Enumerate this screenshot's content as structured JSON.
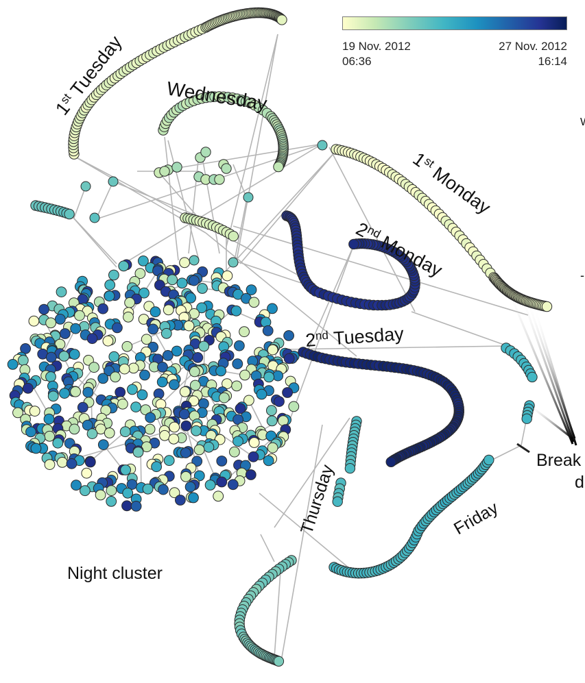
{
  "colors": {
    "scale": [
      "#ffffcc",
      "#c7e9b4",
      "#7fcdbb",
      "#41b6c4",
      "#1d91c0",
      "#225ea8",
      "#253494",
      "#081d58"
    ],
    "edge": "#b5b5b5",
    "node_stroke": "#2b2b2b"
  },
  "legend": {
    "start_date": "19 Nov. 2012",
    "start_time": "06:36",
    "end_date": "27 Nov. 2012",
    "end_time": "16:14"
  },
  "labels": {
    "tue1_sup_prefix": "1",
    "tue1_sup": "st",
    "tue1_rest": " Tuesday",
    "wednesday": "Wednesday",
    "mon1_prefix": "1",
    "mon1_sup": "st",
    "mon1_rest": " Monday",
    "mon2_prefix": "2",
    "mon2_sup": "nd",
    "mon2_rest": " Monday",
    "tue2_prefix": "2",
    "tue2_sup": "nd",
    "tue2_rest": " Tuesday",
    "thursday": "Thursday",
    "friday": "Friday",
    "night": "Night cluster",
    "breakfast_line1": "Break",
    "breakfast_line2": "d",
    "edge_letter_w": "W",
    "edge_tick": "-"
  },
  "diagram": {
    "clusters": [
      {
        "name": "night-cluster",
        "type": "disc",
        "color_mix": [
          0.0,
          1.0
        ]
      },
      {
        "name": "1st-tuesday",
        "type": "chain",
        "color_t": 0.05
      },
      {
        "name": "wednesday",
        "type": "chain",
        "color_t": 0.15
      },
      {
        "name": "1st-monday",
        "type": "chain",
        "color_t": 0.03
      },
      {
        "name": "2nd-monday",
        "type": "chain",
        "color_t": 0.88
      },
      {
        "name": "2nd-tuesday",
        "type": "chain",
        "color_t": 0.92
      },
      {
        "name": "thursday",
        "type": "chain",
        "color_t": 0.38
      },
      {
        "name": "friday",
        "type": "chain",
        "color_t": 0.45
      }
    ]
  }
}
